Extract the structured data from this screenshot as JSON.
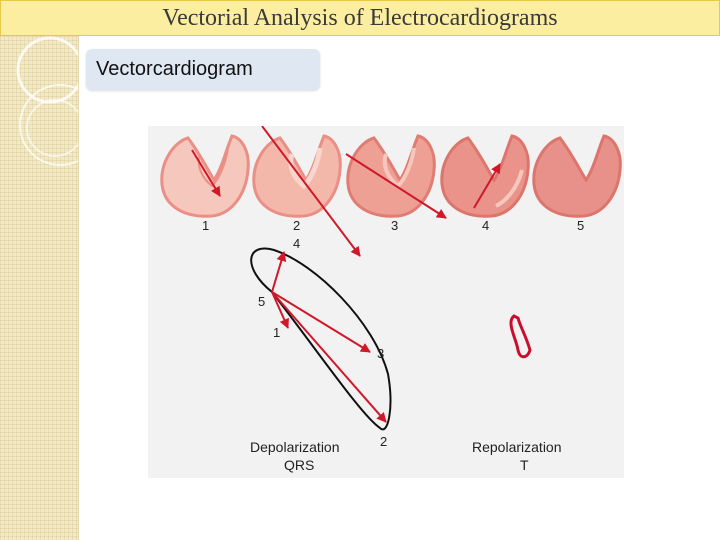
{
  "slide": {
    "title": "Vectorial Analysis of Electrocardiograms",
    "subtitle": "Vectorcardiogram"
  },
  "figure": {
    "heart_labels": [
      "1",
      "2",
      "3",
      "4",
      "5"
    ],
    "loop_labels": {
      "top": "4",
      "left": "5",
      "lower_left": "1",
      "right": "3",
      "bottom": "2"
    },
    "captions": {
      "depolarization": "Depolarization",
      "qrs": "QRS",
      "repolarization": "Repolarization",
      "t": "T"
    },
    "colors": {
      "arrow": "#d0182a",
      "heart_light": "#f6c7bc",
      "heart_dark": "#ea8f86",
      "loop_stroke": "#111111",
      "t_loop": "#c8102e"
    }
  }
}
